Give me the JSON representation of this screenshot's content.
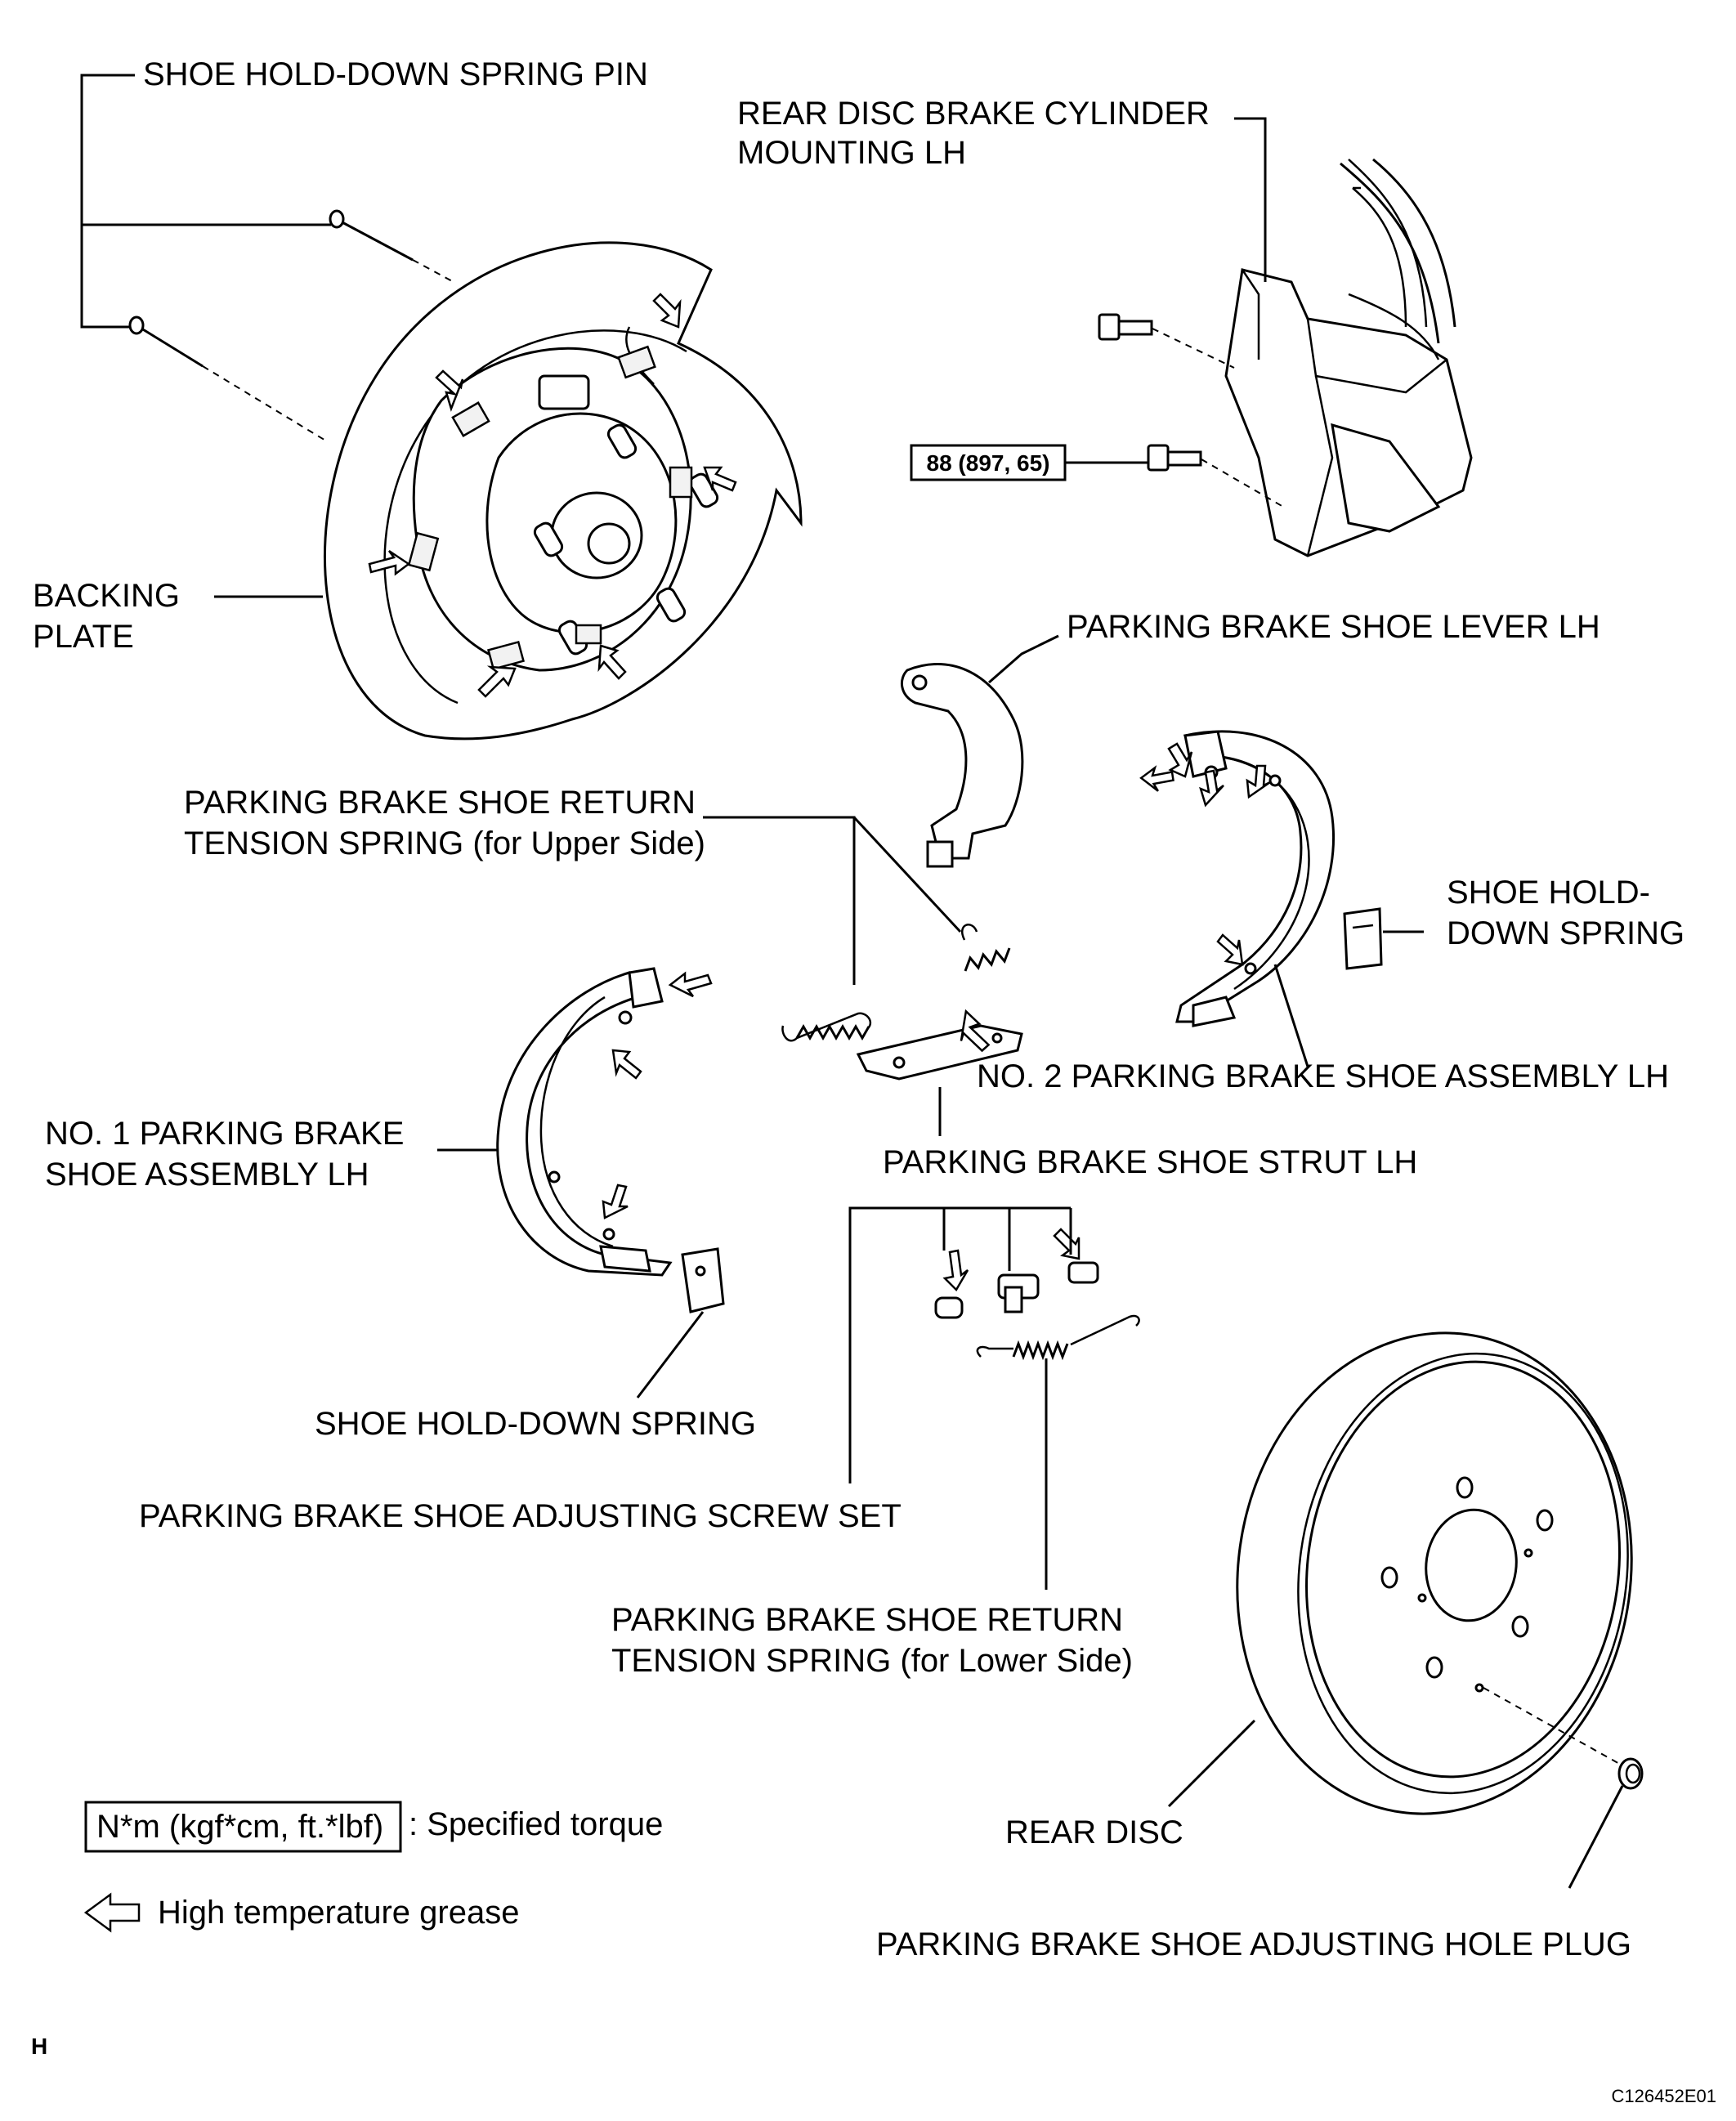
{
  "labels": {
    "hold_down_pin": "SHOE HOLD-DOWN SPRING PIN",
    "cylinder_l1": "REAR DISC BRAKE CYLINDER",
    "cylinder_l2": "MOUNTING LH",
    "torque_value": "88 (897, 65)",
    "backing_l1": "BACKING",
    "backing_l2": "PLATE",
    "lever": "PARKING BRAKE SHOE LEVER LH",
    "upper_spring_l1": "PARKING BRAKE SHOE RETURN",
    "upper_spring_l2": "TENSION SPRING (for Upper Side)",
    "hold_spring_right_l1": "SHOE HOLD-",
    "hold_spring_right_l2": "DOWN SPRING",
    "no2_shoe": "NO. 2 PARKING BRAKE SHOE ASSEMBLY LH",
    "no1_shoe_l1": "NO. 1 PARKING BRAKE",
    "no1_shoe_l2": "SHOE ASSEMBLY LH",
    "strut": "PARKING BRAKE SHOE STRUT LH",
    "hold_spring_lower": "SHOE HOLD-DOWN SPRING",
    "adjusting_screw": "PARKING BRAKE SHOE ADJUSTING SCREW SET",
    "lower_spring_l1": "PARKING BRAKE SHOE RETURN",
    "lower_spring_l2": "TENSION SPRING (for Lower Side)",
    "rear_disc": "REAR DISC",
    "hole_plug": "PARKING BRAKE SHOE ADJUSTING HOLE PLUG"
  },
  "legend": {
    "torque_box": "N*m (kgf*cm, ft.*lbf)",
    "torque_text": ": Specified torque",
    "grease_text": "High temperature grease"
  },
  "footer": {
    "letter": "H",
    "code": "C126452E01"
  }
}
